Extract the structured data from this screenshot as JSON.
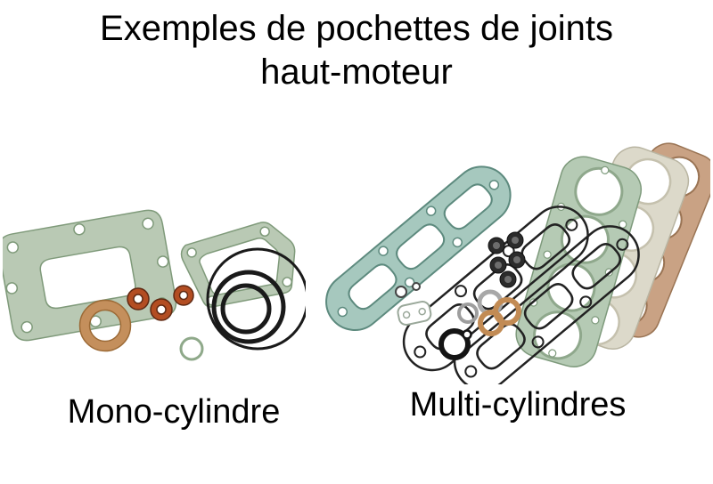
{
  "title": {
    "line1": "Exemples de pochettes de joints",
    "line2": "haut-moteur"
  },
  "figures": [
    {
      "name": "mono-cylinder-gasket-kit",
      "caption": "Mono-cylindre"
    },
    {
      "name": "multi-cylinder-gasket-kit",
      "caption": "Multi-cylindres"
    }
  ],
  "palette": {
    "background": "#ffffff",
    "text": "#000000",
    "gasket_green": "#b9c9b4",
    "gasket_green_outline": "#7f9a7a",
    "gasket_teal": "#a6c8be",
    "gasket_teal_outline": "#5d8a7e",
    "gasket_beige": "#dcd9ca",
    "gasket_brown": "#c9a284",
    "copper_washer": "#c28b54",
    "orange_washer": "#b34d22",
    "black_seal": "#1a1a1a",
    "steel_washer": "#a8a8a8"
  }
}
